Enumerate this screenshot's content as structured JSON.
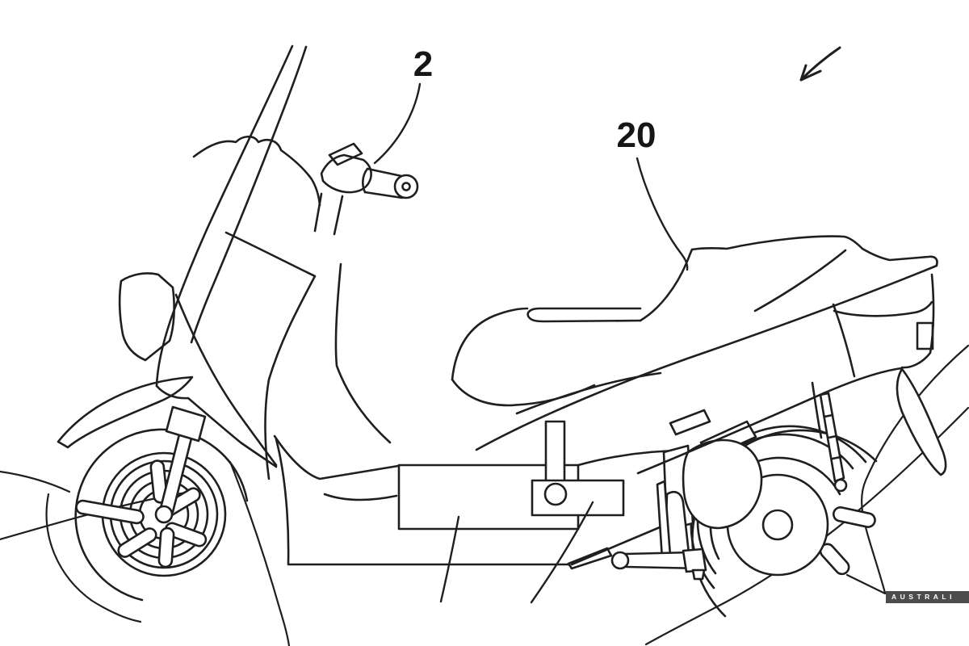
{
  "figure": {
    "kind": "patent line drawing",
    "subject": "maxi-scooter side view facing left",
    "background_color": "#ffffff",
    "ink_color": "#1f1f1f"
  },
  "labels": {
    "ref2": {
      "text": "2",
      "points_to": "handlebar grip"
    },
    "ref20": {
      "text": "20",
      "points_to": "seat"
    }
  },
  "icons": {
    "direction_arrow": "arrow-down-left-icon"
  },
  "watermark": {
    "text": "AUSTRALI",
    "bar_color": "#4c4c4c",
    "text_color": "#ffffff"
  }
}
